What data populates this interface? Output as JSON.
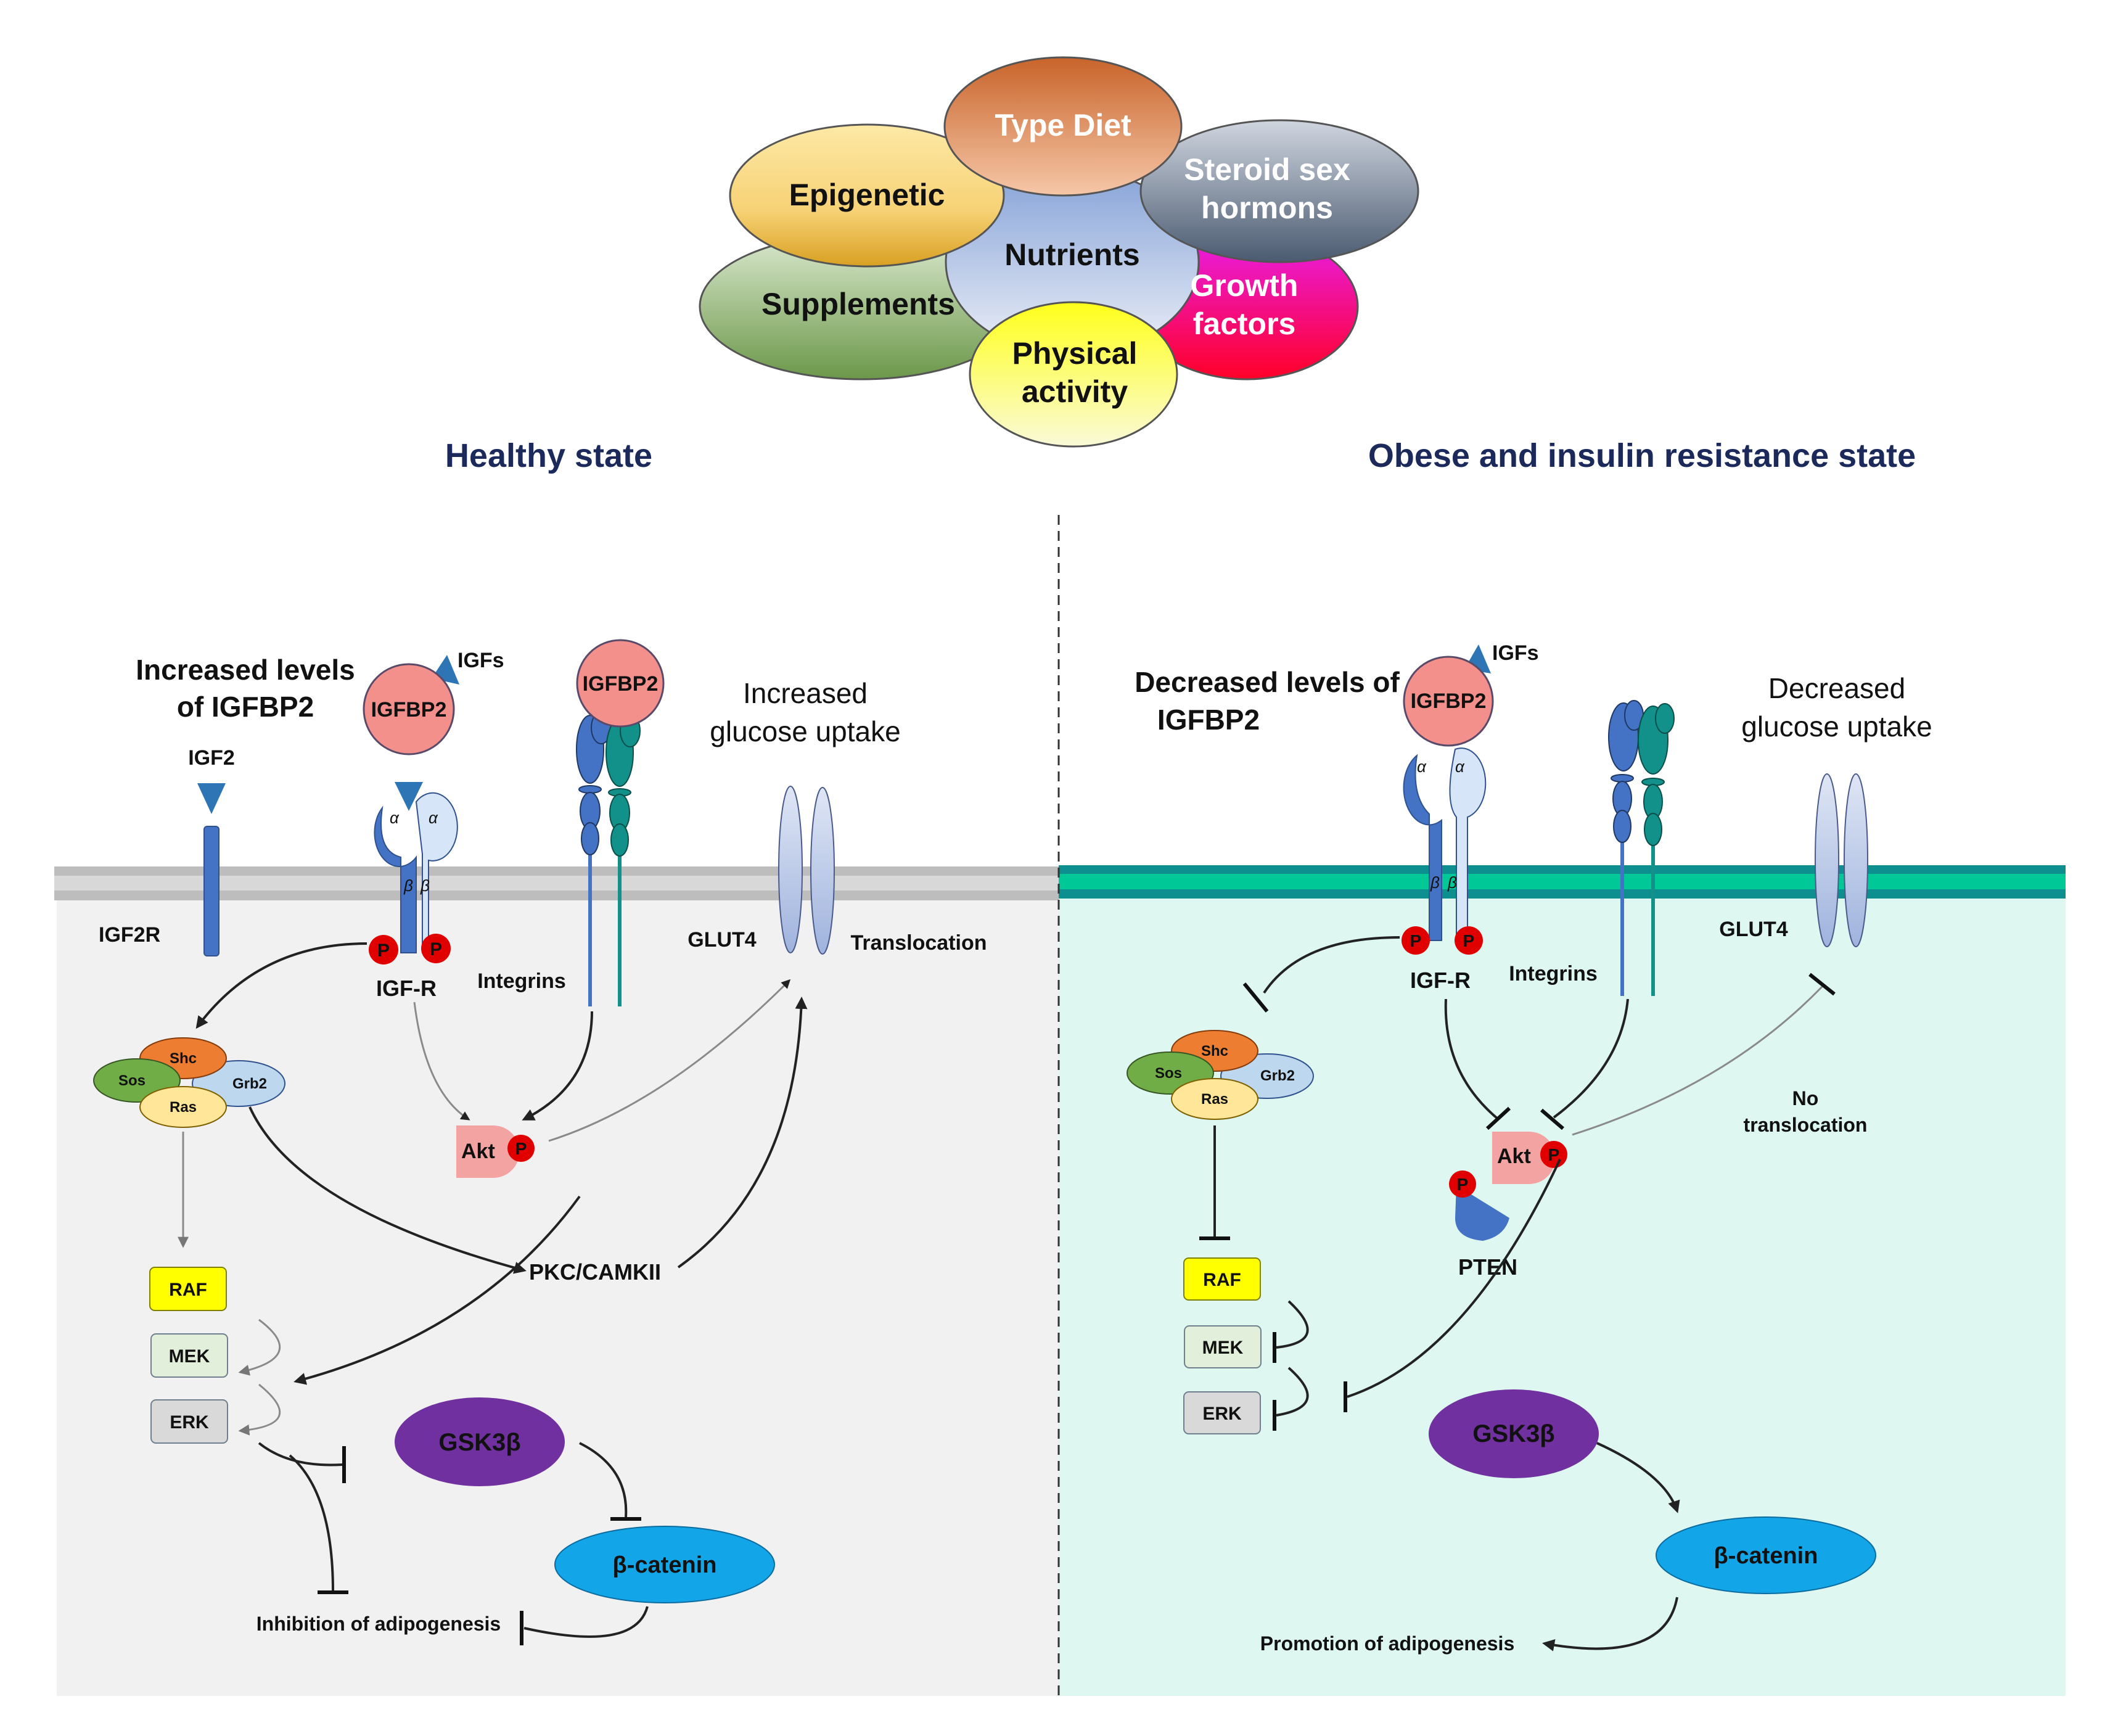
{
  "flower": {
    "center": {
      "label": "Nutrients"
    },
    "petals": [
      {
        "id": "type-diet",
        "lines": [
          "Type Diet"
        ],
        "text_color": "#ffffff",
        "fill_top": "#c8642a",
        "fill_bottom": "#f6c7a8"
      },
      {
        "id": "epigenetic",
        "lines": [
          "Epigenetic"
        ],
        "text_color": "#111111",
        "fill_top": "#fde9a6",
        "fill_bottom": "#dfa92a"
      },
      {
        "id": "steroid-sex-hormons",
        "lines": [
          "Steroid sex",
          "hormons"
        ],
        "text_color": "#ffffff",
        "fill_top": "#c7cdd8",
        "fill_bottom": "#4f5f75"
      },
      {
        "id": "supplements",
        "lines": [
          "Supplements"
        ],
        "text_color": "#111111",
        "fill_top": "#d6e6c8",
        "fill_bottom": "#6f9a4a"
      },
      {
        "id": "growth-factors",
        "lines": [
          "Growth",
          "factors"
        ],
        "text_color": "#ffffff",
        "fill_top": "#f020e0",
        "fill_bottom": "#ff0030"
      },
      {
        "id": "physical-activity",
        "lines": [
          "Physical",
          "activity"
        ],
        "text_color": "#111111",
        "fill_top": "#ffff20",
        "fill_bottom": "#fbfbd8"
      }
    ],
    "center_fill_top": "#8aa6d8",
    "center_fill_bottom": "#e6ebf5"
  },
  "headings": {
    "healthy": "Healthy state",
    "obese": "Obese and insulin resistance state"
  },
  "colors": {
    "healthy_bg": "#f1f1f1",
    "healthy_membrane_outer": "#bdbdbd",
    "healthy_membrane_inner": "#d8d8d8",
    "obese_bg": "#def7f1",
    "obese_membrane_outer": "#0e8f8f",
    "obese_membrane_inner": "#00c896",
    "receptor_dark": "#4472c4",
    "receptor_light": "#d6e6f8",
    "integrin_teal": "#11918a",
    "igfbp2": "#f4908c",
    "phospho": "#e00000",
    "gsk3b": "#7030a0",
    "bcatenin": "#12a6e8",
    "raf": "#ffff00",
    "mek": "#e2efda",
    "erk": "#d9d9d9"
  },
  "healthy": {
    "igfbp2_level": [
      "Increased levels",
      "of IGFBP2"
    ],
    "igfs": "IGFs",
    "igfbp2": "IGFBP2",
    "igf2": "IGF2",
    "igf2r": "IGF2R",
    "igfr": "IGF-R",
    "alpha": "α",
    "beta": "β",
    "phospho": "P",
    "integrins": "Integrins",
    "glucose": [
      "Increased",
      "glucose uptake"
    ],
    "glut4": "GLUT4",
    "translocation": "Translocation",
    "shc": "Shc",
    "sos": "Sos",
    "grb2": "Grb2",
    "ras": "Ras",
    "akt": "Akt",
    "pkc": "PKC/CAMKII",
    "raf": "RAF",
    "mek": "MEK",
    "erk": "ERK",
    "gsk3b": "GSK3β",
    "bcatenin": "β-catenin",
    "outcome": "Inhibition of adipogenesis"
  },
  "obese": {
    "igfbp2_level": [
      "Decreased levels of",
      "IGFBP2"
    ],
    "igfs": "IGFs",
    "igfbp2": "IGFBP2",
    "igfr": "IGF-R",
    "alpha": "α",
    "beta": "β",
    "phospho": "P",
    "integrins": "Integrins",
    "glucose": [
      "Decreased",
      "glucose uptake"
    ],
    "glut4": "GLUT4",
    "no_translocation": [
      "No",
      "translocation"
    ],
    "shc": "Shc",
    "sos": "Sos",
    "grb2": "Grb2",
    "ras": "Ras",
    "akt": "Akt",
    "pten": "PTEN",
    "raf": "RAF",
    "mek": "MEK",
    "erk": "ERK",
    "gsk3b": "GSK3β",
    "bcatenin": "β-catenin",
    "outcome": "Promotion of adipogenesis"
  }
}
